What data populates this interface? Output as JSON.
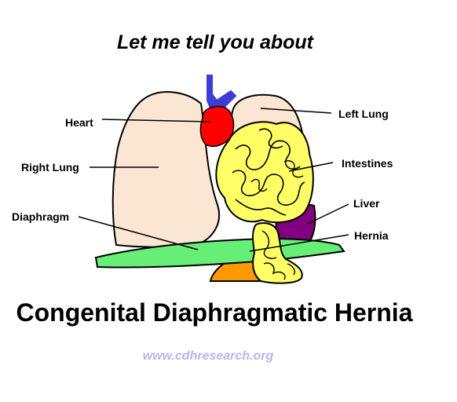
{
  "tagline": "Let me tell you about",
  "title": "Congenital Diaphragmatic Hernia",
  "website": "www.cdhresearch.org",
  "labels": {
    "heart": "Heart",
    "right_lung": "Right Lung",
    "diaphragm": "Diaphragm",
    "left_lung": "Left Lung",
    "intestines": "Intestines",
    "liver": "Liver",
    "hernia": "Hernia"
  },
  "colors": {
    "lung": "#fae6d2",
    "heart": "#ff0000",
    "vessels": "#3d3dd6",
    "intestines": "#ffff66",
    "liver": "#800080",
    "diaphragm": "#66ee77",
    "stomach": "#ff9900",
    "website": "#b3b8f2"
  }
}
